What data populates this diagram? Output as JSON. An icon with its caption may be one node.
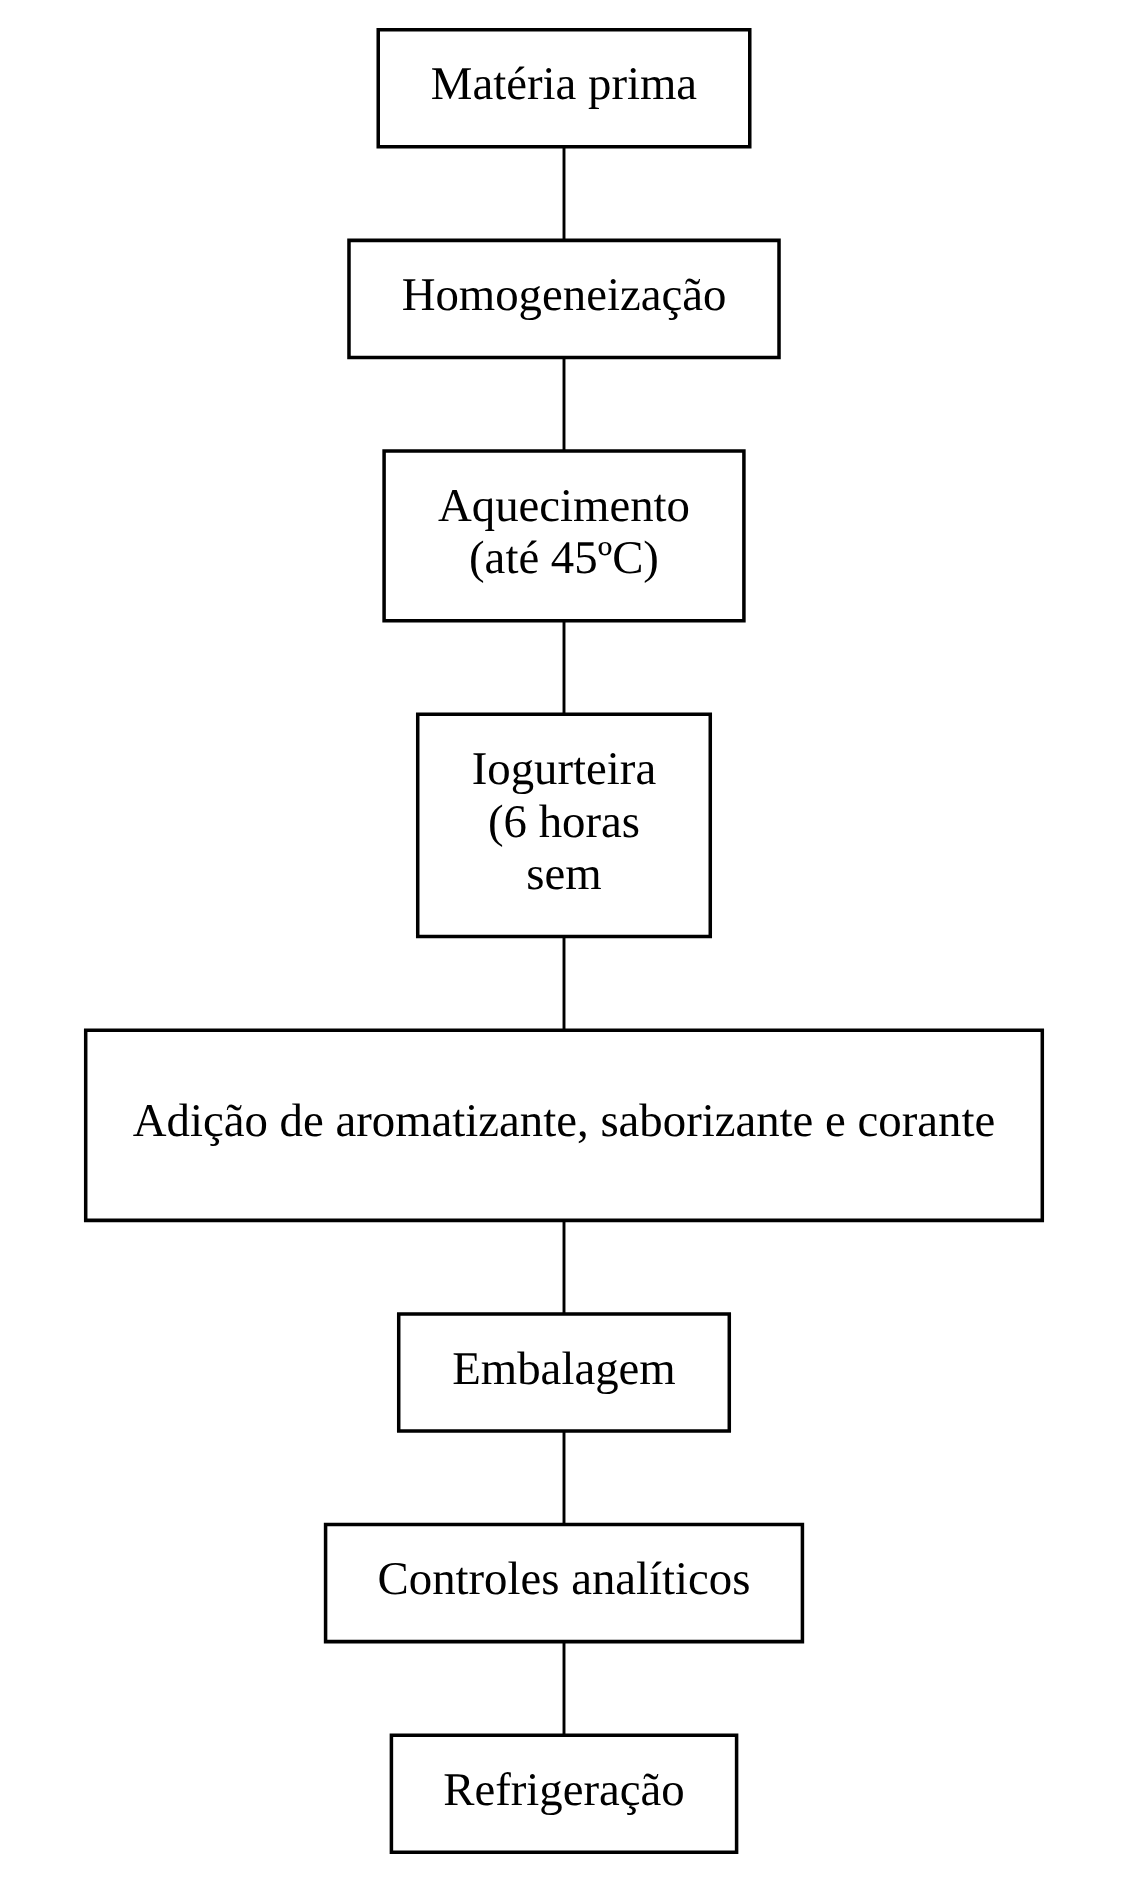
{
  "diagram": {
    "nodes": [
      {
        "text": [
          "Matéria prima"
        ]
      },
      {
        "text": [
          "Homogeneização"
        ]
      },
      {
        "text": [
          "Aquecimento (até 45ºC)"
        ]
      },
      {
        "text": [
          "Iogurteira (6 horas sem"
        ]
      },
      {
        "text": [
          "Adição de aromatizante, saborizante e corante"
        ]
      },
      {
        "text": [
          "Embalagem"
        ]
      },
      {
        "text": [
          "Controles analíticos"
        ]
      },
      {
        "text": [
          "Refrigeração"
        ]
      }
    ],
    "edges": [
      {
        "from": 0,
        "to": 1,
        "arrow": "none"
      },
      {
        "from": 1,
        "to": 2,
        "arrow": "none"
      },
      {
        "from": 2,
        "to": 3,
        "arrow": "none"
      },
      {
        "from": 3,
        "to": 4,
        "arrow": "none"
      },
      {
        "from": 4,
        "to": 5,
        "arrow": "none"
      },
      {
        "from": 5,
        "to": 6,
        "arrow": "none"
      },
      {
        "from": 6,
        "to": 7,
        "arrow": "none"
      }
    ]
  }
}
